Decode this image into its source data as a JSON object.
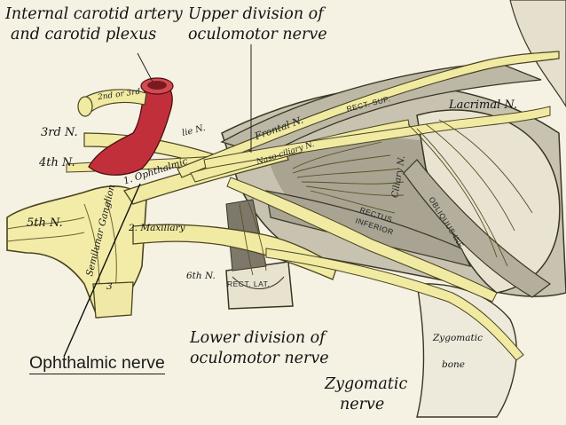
{
  "labels": {
    "internal_carotid": "Internal carotid artery",
    "carotid_plexus": "and carotid plexus",
    "upper_division": "Upper division of",
    "oculomotor_upper": "oculomotor nerve",
    "lacrimal": "Lacrimal N.",
    "third_n": "3rd N.",
    "fourth_n": "4th N.",
    "fifth_n": "5th N.",
    "ophthalmic": "1. Ophthalmic",
    "maxillary": "2. Maxillary",
    "third_division": "3",
    "semilunar_ganglion": "Semilunar Ganglion",
    "sixth_n": "6th N.",
    "rect_sup": "RECT. SUP.",
    "rect_lat": "RECT. LAT.",
    "rectus_inferior_1": "RECTUS",
    "rectus_inferior_2": "INFERIOR",
    "obliquus_inf": "OBLIQUUS INF.",
    "frontal_n": "Frontal N.",
    "naso_ciliary_n": "Naso-ciliary N.",
    "ciliary_n": "Ciliary N.",
    "sec_or_label": "2nd or 3rd",
    "lie_n": "lie N.",
    "lower_division": "Lower division of",
    "oculomotor_lower": "oculomotor nerve",
    "zygomatic_nerve_1": "Zygomatic",
    "zygomatic_nerve_2": "nerve",
    "zygomatic_bone_1": "Zygomatic",
    "zygomatic_bone_2": "bone",
    "caption": "Ophthalmic nerve"
  },
  "colors": {
    "nerve": "#f1eaa2",
    "nerve_outline": "#5a5226",
    "artery": "#c1303a",
    "background": "#f5f1e3",
    "muscle": "#b8b4a4"
  }
}
